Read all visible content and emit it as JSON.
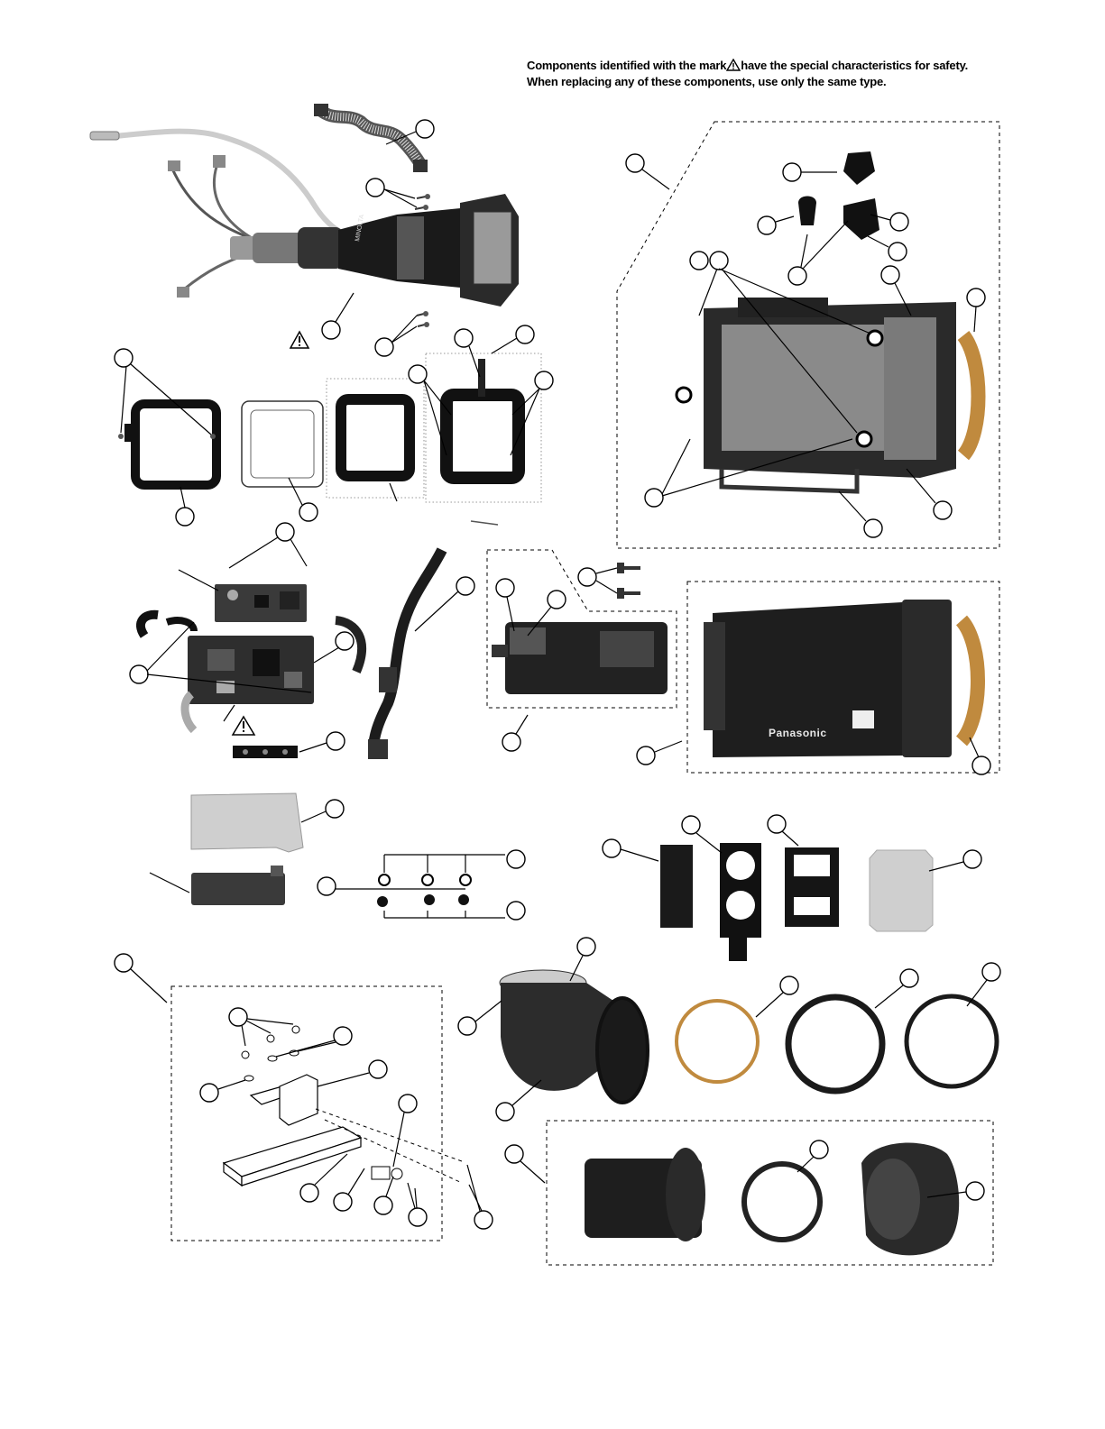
{
  "notice": {
    "line1_before": "Components identified with the mark",
    "line1_after": "have the special characteristics for safety.",
    "line2": "When replacing any of these components, use only the same type."
  },
  "markings": {
    "brand_text": "Panasonic",
    "lens_text": "MINOLTA"
  },
  "symbols": {
    "warning_icon": "warning-triangle-icon"
  },
  "colors": {
    "part_dark": "#1a1a1a",
    "part_mid": "#555555",
    "board_green": "#3a3a3a",
    "copper": "#c08a3e",
    "shield_gray": "#cfcfcf"
  }
}
